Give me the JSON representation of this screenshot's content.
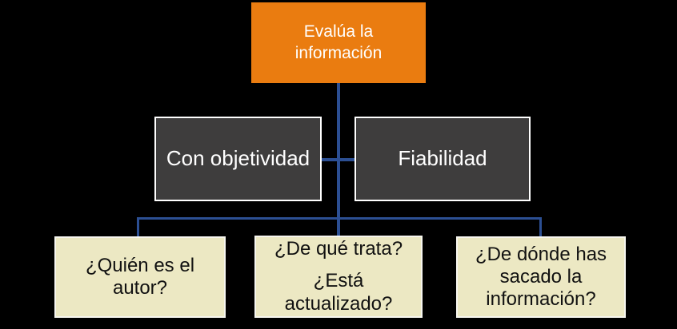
{
  "colors": {
    "background": "#000000",
    "connector": "#2C4F93",
    "root_fill": "#EA7C10",
    "root_text": "#FFFFFF",
    "level2_fill": "#3E3D3D",
    "level2_text": "#FFFFFF",
    "level2_border": "#FFFFFF",
    "level3_fill": "#ECE8C3",
    "level3_text": "#111111",
    "level3_border": "#F7F6EF"
  },
  "nodes": {
    "root": {
      "lines": [
        "Evalúa la",
        "información"
      ]
    },
    "objectivity": {
      "lines": [
        "Con objetividad"
      ]
    },
    "reliability": {
      "lines": [
        "Fiabilidad"
      ]
    },
    "author": {
      "lines": [
        "¿Quién es el",
        "autor?"
      ]
    },
    "topic": {
      "lines": [
        "¿De qué trata?",
        "¿Está",
        "actualizado?"
      ]
    },
    "source": {
      "lines": [
        "¿De dónde has",
        "sacado la",
        "información?"
      ]
    }
  }
}
